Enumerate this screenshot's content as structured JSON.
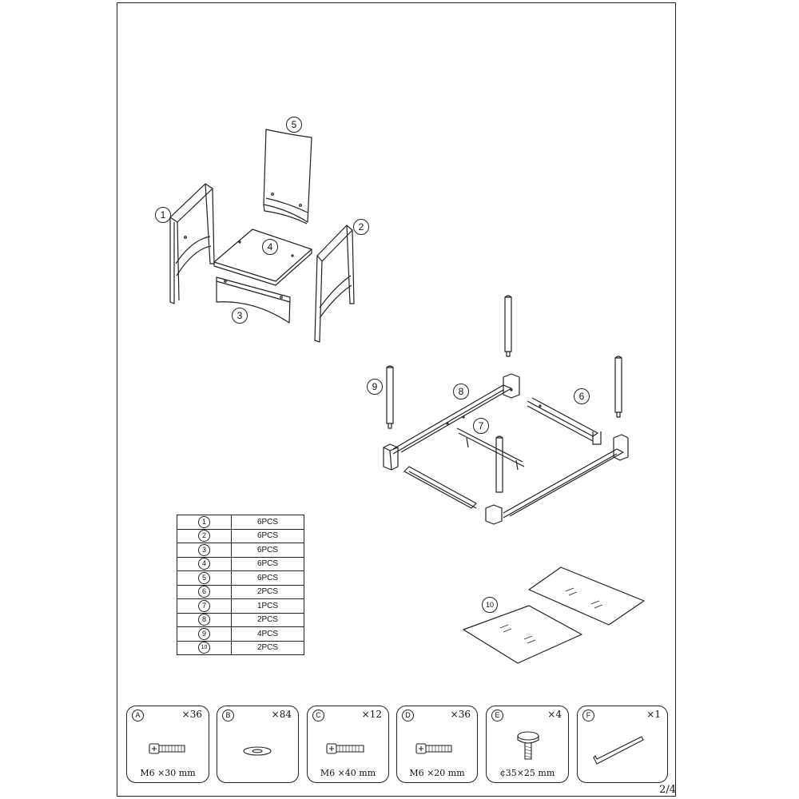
{
  "callouts": {
    "c1": "1",
    "c2": "2",
    "c3": "3",
    "c4": "4",
    "c5": "5",
    "c6": "6",
    "c7": "7",
    "c8": "8",
    "c9": "9",
    "c10": "10"
  },
  "parts_table": {
    "rows": [
      {
        "num": "1",
        "qty": "6PCS"
      },
      {
        "num": "2",
        "qty": "6PCS"
      },
      {
        "num": "3",
        "qty": "6PCS"
      },
      {
        "num": "4",
        "qty": "6PCS"
      },
      {
        "num": "5",
        "qty": "6PCS"
      },
      {
        "num": "6",
        "qty": "2PCS"
      },
      {
        "num": "7",
        "qty": "1PCS"
      },
      {
        "num": "8",
        "qty": "2PCS"
      },
      {
        "num": "9",
        "qty": "4PCS"
      },
      {
        "num": "10",
        "qty": "2PCS"
      }
    ]
  },
  "hardware": [
    {
      "letter": "A",
      "qty": "×36",
      "spec": "M6 ×30 mm",
      "icon": "bolt-icon"
    },
    {
      "letter": "B",
      "qty": "×84",
      "spec": "",
      "icon": "washer-icon"
    },
    {
      "letter": "C",
      "qty": "×12",
      "spec": "M6 ×40 mm",
      "icon": "bolt-icon"
    },
    {
      "letter": "D",
      "qty": "×36",
      "spec": "M6 ×20 mm",
      "icon": "bolt-icon"
    },
    {
      "letter": "E",
      "qty": "×4",
      "spec": "¢35×25 mm",
      "icon": "adjustable-foot-icon"
    },
    {
      "letter": "F",
      "qty": "×1",
      "spec": "",
      "icon": "allen-key-icon"
    }
  ],
  "page_number": "2/4"
}
